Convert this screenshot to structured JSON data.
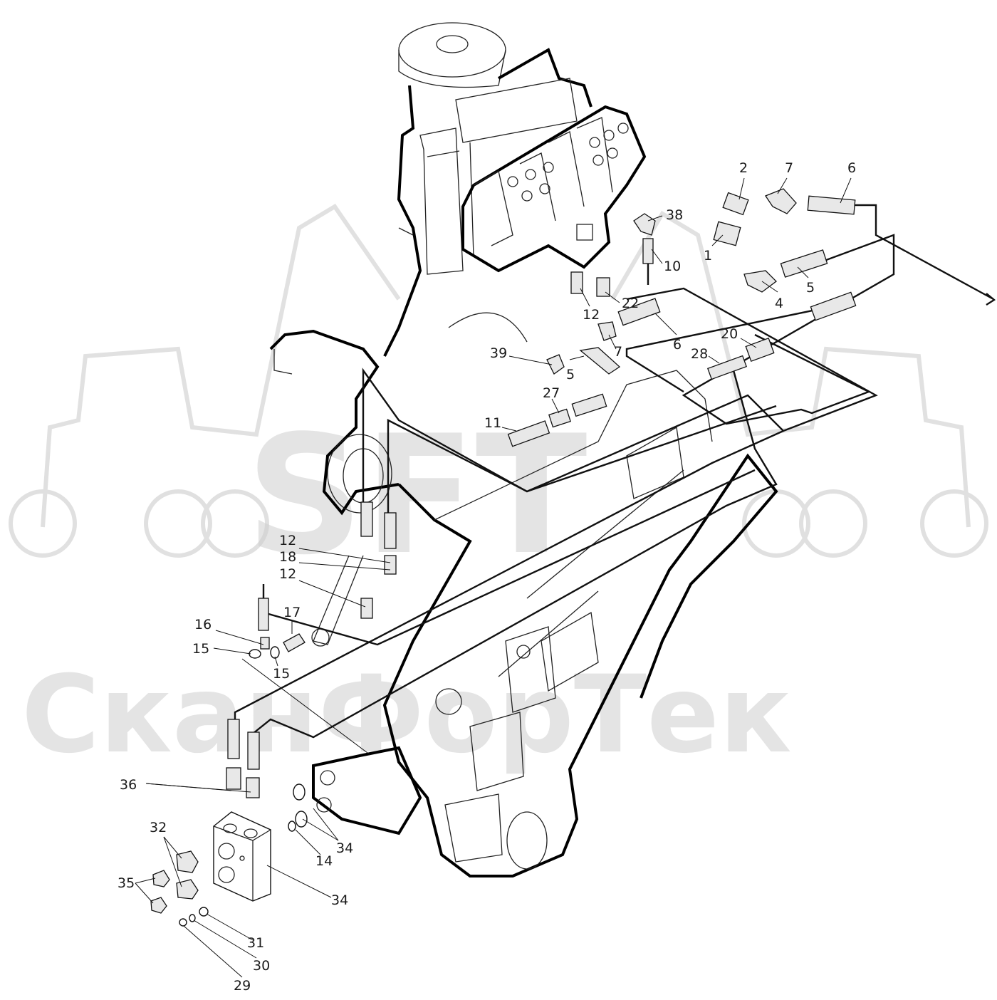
{
  "watermark": {
    "logo": "SFT",
    "brand": "СканФорТек",
    "color": "#cfcfcf"
  },
  "colors": {
    "line": "#111111",
    "background": "#ffffff"
  },
  "callouts": [
    {
      "id": "c-2",
      "label": "2"
    },
    {
      "id": "c-7a",
      "label": "7"
    },
    {
      "id": "c-6a",
      "label": "6"
    },
    {
      "id": "c-38",
      "label": "38"
    },
    {
      "id": "c-1",
      "label": "1"
    },
    {
      "id": "c-10",
      "label": "10"
    },
    {
      "id": "c-5a",
      "label": "5"
    },
    {
      "id": "c-4",
      "label": "4"
    },
    {
      "id": "c-22",
      "label": "22"
    },
    {
      "id": "c-12a",
      "label": "12"
    },
    {
      "id": "c-6b",
      "label": "6"
    },
    {
      "id": "c-20",
      "label": "20"
    },
    {
      "id": "c-7b",
      "label": "7"
    },
    {
      "id": "c-28",
      "label": "28"
    },
    {
      "id": "c-39",
      "label": "39"
    },
    {
      "id": "c-5b",
      "label": "5"
    },
    {
      "id": "c-27",
      "label": "27"
    },
    {
      "id": "c-11",
      "label": "11"
    },
    {
      "id": "c-12b",
      "label": "12"
    },
    {
      "id": "c-18",
      "label": "18"
    },
    {
      "id": "c-12c",
      "label": "12"
    },
    {
      "id": "c-16",
      "label": "16"
    },
    {
      "id": "c-17",
      "label": "17"
    },
    {
      "id": "c-15a",
      "label": "15"
    },
    {
      "id": "c-15b",
      "label": "15"
    },
    {
      "id": "c-36",
      "label": "36"
    },
    {
      "id": "c-32",
      "label": "32"
    },
    {
      "id": "c-34a",
      "label": "34"
    },
    {
      "id": "c-14",
      "label": "14"
    },
    {
      "id": "c-35",
      "label": "35"
    },
    {
      "id": "c-34b",
      "label": "34"
    },
    {
      "id": "c-31",
      "label": "31"
    },
    {
      "id": "c-30",
      "label": "30"
    },
    {
      "id": "c-29",
      "label": "29"
    }
  ]
}
